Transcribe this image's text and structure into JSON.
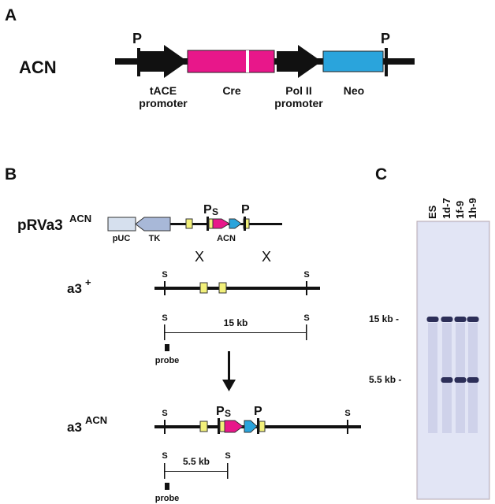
{
  "panel_a": {
    "letter": "A",
    "construct_name": "ACN",
    "site_left": "P",
    "site_right": "P",
    "label_tace_1": "tACE",
    "label_tace_2": "promoter",
    "label_cre": "Cre",
    "label_pol2_1": "Pol II",
    "label_pol2_2": "promoter",
    "label_neo": "Neo"
  },
  "panel_b": {
    "letter": "B",
    "vector_name": "pRVa3",
    "vector_sup": "ACN",
    "label_puc": "pUC",
    "label_tk": "TK",
    "label_acn": "ACN",
    "vec_p1": "P",
    "vec_s1": "S",
    "vec_p2": "P",
    "cross_1": "X",
    "cross_2": "X",
    "wt_name": "a3",
    "wt_sup": "+",
    "wt_s_left": "S",
    "wt_s_right": "S",
    "frag15_s_left": "S",
    "frag15_s_right": "S",
    "frag15_size": "15 kb",
    "probe_1": "probe",
    "mut_name": "a3",
    "mut_sup": "ACN",
    "mut_s_left": "S",
    "mut_p1": "P",
    "mut_s_small": "S",
    "mut_p2": "P",
    "mut_s_right": "S",
    "frag55_s_left": "S",
    "frag55_s_right": "S",
    "frag55_size": "5.5 kb",
    "probe_2": "probe"
  },
  "panel_c": {
    "letter": "C",
    "lanes": [
      "ES",
      "1d-7",
      "1f-9",
      "1h-9"
    ],
    "marker_15": "15 kb -",
    "marker_55": "5.5 kb -",
    "band_15kb_present": [
      true,
      true,
      true,
      true
    ],
    "band_5_5kb_present": [
      false,
      true,
      true,
      true
    ]
  },
  "colors": {
    "cre": "#e8178a",
    "neo": "#2aa4dc",
    "exon": "#f2f07a",
    "tk": "#a8b8d8",
    "puc": "#d6e0ee",
    "black": "#111111",
    "blot_bg": "#dde0f2",
    "band": "#2c2e58"
  }
}
